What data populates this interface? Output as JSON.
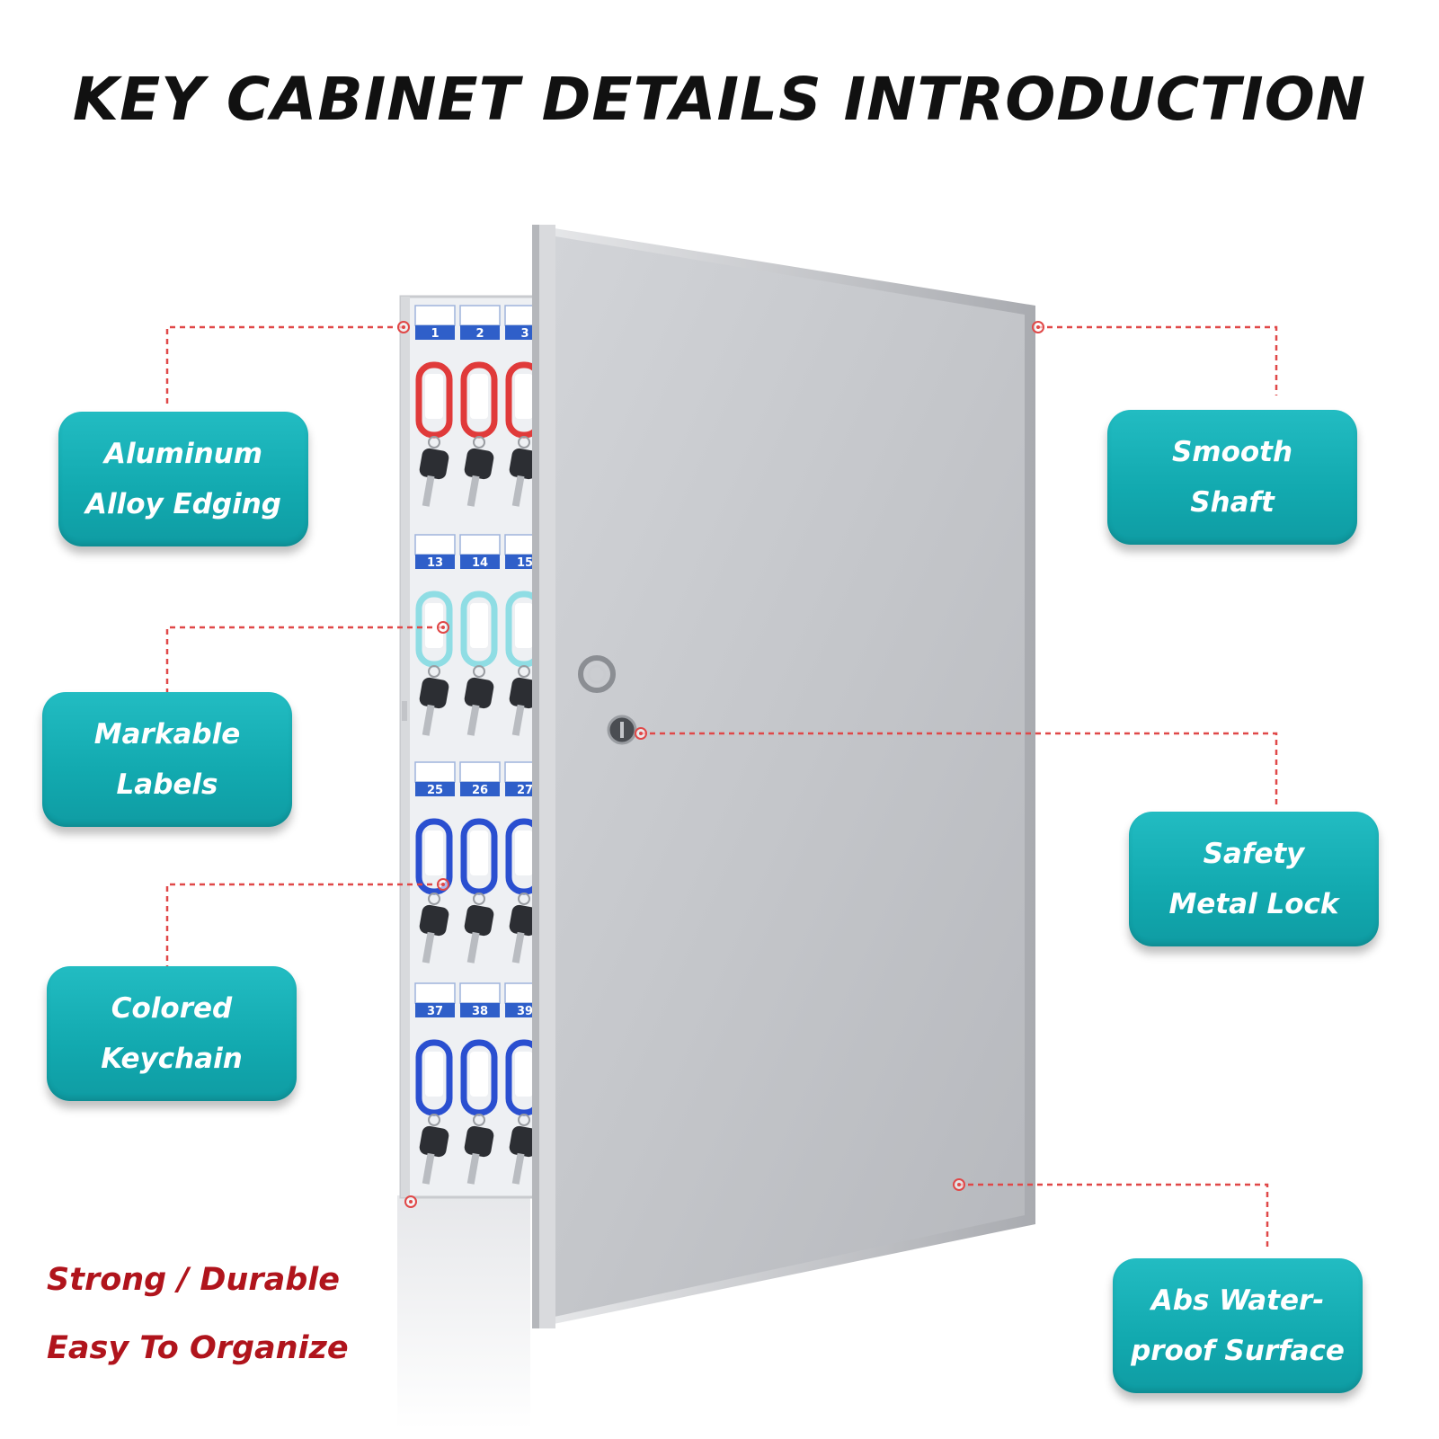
{
  "title": "KEY CABINET DETAILS INTRODUCTION",
  "callouts": {
    "aluminum": [
      "Aluminum",
      "Alloy Edging"
    ],
    "labels": [
      "Markable",
      "Labels"
    ],
    "keychain": [
      "Colored",
      "Keychain"
    ],
    "shaft": [
      "Smooth",
      "Shaft"
    ],
    "lock": [
      "Safety",
      "Metal Lock"
    ],
    "surface": [
      "Abs Water-",
      "proof Surface"
    ]
  },
  "taglines": [
    "Strong / Durable",
    "Easy To Organize"
  ],
  "slot_numbers": {
    "row1": [
      "1",
      "2",
      "3"
    ],
    "row2": [
      "13",
      "14",
      "15"
    ],
    "row3": [
      "25",
      "26",
      "27"
    ],
    "row4": [
      "37",
      "38",
      "39"
    ]
  },
  "colors": {
    "callout": "#16b0b6",
    "tagline": "#b0141c",
    "leader": "#e04848",
    "tag_row1": "#e03a3a",
    "tag_row2": "#8fdde4",
    "tag_row3": "#2a4fd0",
    "tag_row4": "#2a4fd0"
  }
}
